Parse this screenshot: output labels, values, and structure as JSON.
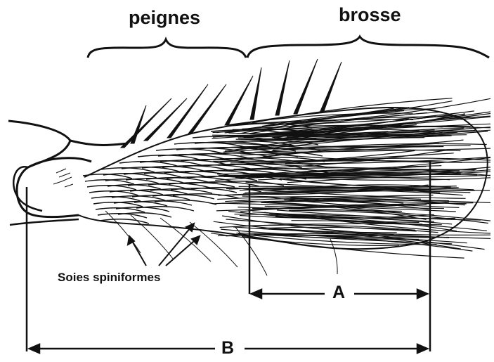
{
  "labels": {
    "peignes": "peignes",
    "brosse": "brosse",
    "soies": "Soies spiniformes",
    "a": "A",
    "b": "B"
  },
  "colors": {
    "ink": "#111111",
    "background": "#ffffff"
  }
}
